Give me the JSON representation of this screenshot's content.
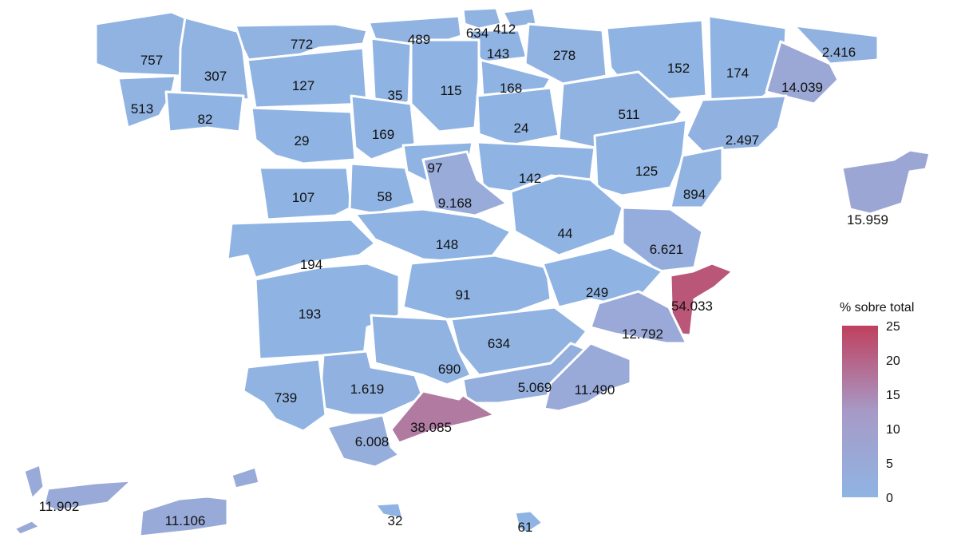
{
  "chart_data": {
    "type": "choropleth",
    "color_scale": {
      "low": "#8fb4e3",
      "mid": "#a79ac7",
      "high": "#c0405e",
      "min": 0,
      "max": 25
    },
    "legend": {
      "title": "% sobre total",
      "ticks": [
        "25",
        "20",
        "15",
        "10",
        "5",
        "0"
      ],
      "position": "right"
    },
    "regions": [
      {
        "label": "757",
        "share": 0.5
      },
      {
        "label": "307",
        "share": 0.3
      },
      {
        "label": "772",
        "share": 0.6
      },
      {
        "label": "489",
        "share": 0.4
      },
      {
        "label": "634",
        "share": 0.5
      },
      {
        "label": "412",
        "share": 0.3
      },
      {
        "label": "143",
        "share": 0.2
      },
      {
        "label": "278",
        "share": 0.3
      },
      {
        "label": "152",
        "share": 0.2
      },
      {
        "label": "174",
        "share": 0.2
      },
      {
        "label": "2.416",
        "share": 1.2
      },
      {
        "label": "14.039",
        "share": 6.0
      },
      {
        "label": "513",
        "share": 0.4
      },
      {
        "label": "127",
        "share": 0.2
      },
      {
        "label": "35",
        "share": 0.1
      },
      {
        "label": "115",
        "share": 0.2
      },
      {
        "label": "168",
        "share": 0.2
      },
      {
        "label": "82",
        "share": 0.1
      },
      {
        "label": "29",
        "share": 0.1
      },
      {
        "label": "169",
        "share": 0.2
      },
      {
        "label": "24",
        "share": 0.1
      },
      {
        "label": "511",
        "share": 0.4
      },
      {
        "label": "2.497",
        "share": 1.3
      },
      {
        "label": "97",
        "share": 0.1
      },
      {
        "label": "142",
        "share": 0.2
      },
      {
        "label": "125",
        "share": 0.2
      },
      {
        "label": "894",
        "share": 0.6
      },
      {
        "label": "15.959",
        "share": 6.5
      },
      {
        "label": "107",
        "share": 0.1
      },
      {
        "label": "58",
        "share": 0.1
      },
      {
        "label": "9.168",
        "share": 4.5
      },
      {
        "label": "148",
        "share": 0.2
      },
      {
        "label": "44",
        "share": 0.1
      },
      {
        "label": "6.621",
        "share": 3.2
      },
      {
        "label": "194",
        "share": 0.2
      },
      {
        "label": "54.033",
        "share": 22.0
      },
      {
        "label": "91",
        "share": 0.1
      },
      {
        "label": "249",
        "share": 0.2
      },
      {
        "label": "193",
        "share": 0.2
      },
      {
        "label": "12.792",
        "share": 5.5
      },
      {
        "label": "634",
        "share": 0.5
      },
      {
        "label": "690",
        "share": 0.5
      },
      {
        "label": "1.619",
        "share": 0.8
      },
      {
        "label": "739",
        "share": 0.5
      },
      {
        "label": "5.069",
        "share": 2.5
      },
      {
        "label": "11.490",
        "share": 5.0
      },
      {
        "label": "38.085",
        "share": 17.0
      },
      {
        "label": "6.008",
        "share": 3.0
      },
      {
        "label": "11.902",
        "share": 5.0
      },
      {
        "label": "11.106",
        "share": 4.8
      },
      {
        "label": "32",
        "share": 0.1
      },
      {
        "label": "61",
        "share": 0.1
      }
    ]
  }
}
